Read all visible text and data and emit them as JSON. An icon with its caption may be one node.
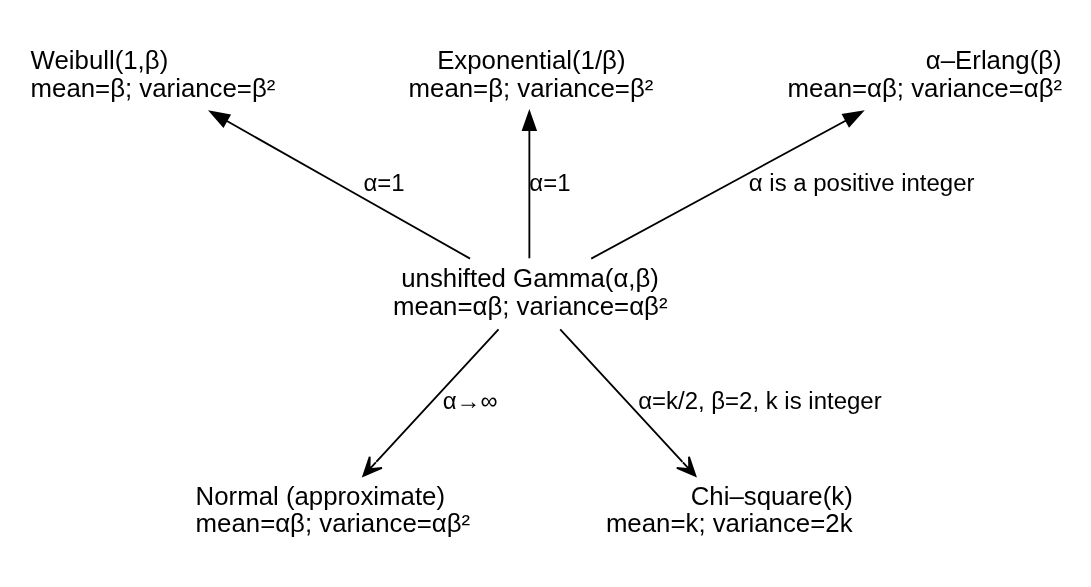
{
  "diagram": {
    "nodes": [
      {
        "text": [
          "unshifted Gamma(α,β)",
          "mean=αβ; variance=αβ²"
        ]
      },
      {
        "text": [
          "Weibull(1,β)",
          "mean=β; variance=β²"
        ]
      },
      {
        "text": [
          "Exponential(1/β)",
          "mean=β; variance=β²"
        ]
      },
      {
        "text": [
          "α–Erlang(β)",
          "mean=αβ; variance=αβ²"
        ]
      },
      {
        "text": [
          "Normal (approximate)",
          "mean=αβ; variance=αβ²"
        ]
      },
      {
        "text": [
          "Chi–square(k)",
          "mean=k; variance=2k"
        ]
      }
    ],
    "edges": [
      {
        "from": 0,
        "to": 1,
        "arrow": "to",
        "label": "α=1"
      },
      {
        "from": 0,
        "to": 2,
        "arrow": "to",
        "label": "α=1"
      },
      {
        "from": 0,
        "to": 3,
        "arrow": "to",
        "label": "α is a positive integer"
      },
      {
        "from": 0,
        "to": 4,
        "arrow": "to",
        "label": "α→∞"
      },
      {
        "from": 0,
        "to": 5,
        "arrow": "to",
        "label": "α=k/2, β=2, k is integer"
      }
    ]
  }
}
